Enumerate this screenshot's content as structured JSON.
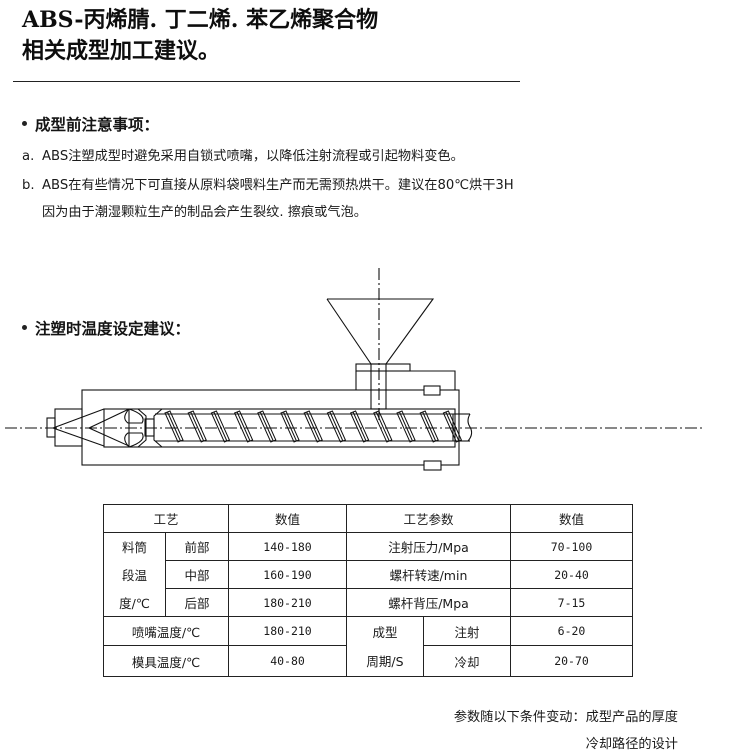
{
  "header": {
    "title_line1": "ABS-丙烯腈. 丁二烯. 苯乙烯聚合物",
    "title_line2": "相关成型加工建议。"
  },
  "section_pre_molding": {
    "heading": "成型前注意事项：",
    "items": [
      {
        "label": "a.",
        "text": "ABS注塑成型时避免采用自锁式喷嘴，以降低注射流程或引起物料变色。"
      },
      {
        "label": "b.",
        "text": "ABS在有些情况下可直接从原料袋喂料生产而无需预热烘干。建议在80℃烘干3H",
        "continuation": "因为由于潮湿颗粒生产的制品会产生裂纹. 擦痕或气泡。"
      }
    ]
  },
  "section_temperature": {
    "heading": "注塑时温度设定建议："
  },
  "diagram": {
    "name": "injection-screw-barrel-diagram",
    "components": [
      "hopper",
      "barrel",
      "screw",
      "nozzle",
      "centerline"
    ],
    "screw_flight_count": 13
  },
  "table": {
    "headers": [
      "工艺",
      "数值",
      "工艺参数",
      "数值"
    ],
    "barrel_group_label": [
      "料筒",
      "段温",
      "度/℃"
    ],
    "barrel_rows": [
      {
        "zone": "前部",
        "value": "140-180",
        "param": "注射压力/Mpa",
        "param_value": "70-100"
      },
      {
        "zone": "中部",
        "value": "160-190",
        "param": "螺杆转速/min",
        "param_value": "20-40"
      },
      {
        "zone": "后部",
        "value": "180-210",
        "param": "螺杆背压/Mpa",
        "param_value": "7-15"
      }
    ],
    "nozzle_row": {
      "label": "喷嘴温度/℃",
      "value": "180-210"
    },
    "mold_row": {
      "label": "模具温度/℃",
      "value": "40-80"
    },
    "cycle_group_label": [
      "成型",
      "周期/S"
    ],
    "cycle_rows": [
      {
        "phase": "注射",
        "value": "6-20"
      },
      {
        "phase": "冷却",
        "value": "20-70"
      }
    ]
  },
  "footnote": {
    "line1": "参数随以下条件变动：成型产品的厚度",
    "line2": "冷却路径的设计"
  }
}
